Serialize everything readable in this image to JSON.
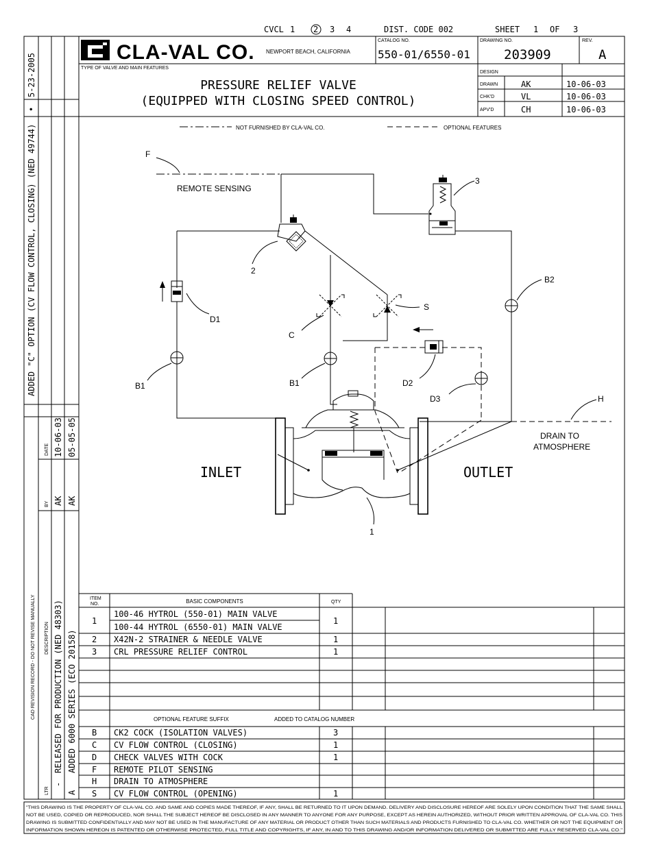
{
  "header": {
    "cvcl_label": "CVCL",
    "cvcl_digits": [
      "1",
      "2",
      "3",
      "4"
    ],
    "cvcl_circled": "2",
    "dist_code": "DIST. CODE 002",
    "sheet_label": "SHEET",
    "sheet_num": "1",
    "sheet_of": "OF",
    "sheet_total": "3"
  },
  "title_block": {
    "company": "CLA-VAL CO.",
    "location": "NEWPORT BEACH, CALIFORNIA",
    "catalog_no_label": "CATALOG NO.",
    "catalog_no": "550-01/6550-01",
    "drawing_no_label": "DRAWING NO.",
    "drawing_no": "203909",
    "rev_label": "REV.",
    "rev": "A",
    "type_label": "TYPE OF VALVE AND MAIN FEATURES",
    "title_line1": "PRESSURE RELIEF VALVE",
    "title_line2": "(EQUIPPED WITH CLOSING SPEED CONTROL)",
    "design_label": "DESIGN",
    "drawn_label": "DRAWN",
    "drawn_by": "AK",
    "drawn_date": "10-06-03",
    "chkd_label": "CHK'D",
    "chkd_by": "VL",
    "chkd_date": "10-06-03",
    "apvd_label": "APV'D",
    "apvd_by": "CH",
    "apvd_date": "10-06-03"
  },
  "left_strip": {
    "top_date": "5-23-2005",
    "top_mark": "•",
    "top_desc": "ADDED \"C\" OPTION (CV FLOW CONTROL, CLOSING) (NED 49744)",
    "cad_note": "CAD REVISION RECORD - DO NOT REVISE MANUALLY",
    "ltr_label": "LTR",
    "desc_label": "DESCRIPTION",
    "by_label": "BY",
    "date_label": "DATE",
    "rev1": {
      "ltr": "-",
      "desc": "RELEASED FOR PRODUCTION (NED 48303)",
      "by": "AK",
      "date": "10-06-03"
    },
    "rev2": {
      "ltr": "A",
      "desc": "ADDED 6000 SERIES (ECO 20158)",
      "by": "AK",
      "date": "05-05-05"
    }
  },
  "legend": {
    "not_furnished": "NOT FURNISHED BY CLA-VAL CO.",
    "optional": "OPTIONAL FEATURES"
  },
  "diagram": {
    "F": "F",
    "remote_sensing": "REMOTE SENSING",
    "item3": "3",
    "item2": "2",
    "B2": "B2",
    "D1": "D1",
    "S": "S",
    "C": "C",
    "B1a": "B1",
    "B1b": "B1",
    "D2": "D2",
    "D3": "D3",
    "H": "H",
    "drain_line1": "DRAIN TO",
    "drain_line2": "ATMOSPHERE",
    "inlet": "INLET",
    "outlet": "OUTLET",
    "item1": "1"
  },
  "components": {
    "item_label": "ITEM",
    "no_label": "NO.",
    "header": "BASIC COMPONENTS",
    "qty_label": "QTY",
    "rows": [
      {
        "item": "1",
        "desc_a": "100-46 HYTROL (550-01) MAIN VALVE",
        "desc_b": "100-44 HYTROL (6550-01) MAIN VALVE",
        "qty": "1"
      },
      {
        "item": "2",
        "desc": "X42N-2 STRAINER & NEEDLE VALVE",
        "qty": "1"
      },
      {
        "item": "3",
        "desc": "CRL PRESSURE RELIEF CONTROL",
        "qty": "1"
      }
    ]
  },
  "options": {
    "header": "OPTIONAL FEATURE SUFFIX",
    "added": "ADDED TO CATALOG NUMBER",
    "rows": [
      {
        "code": "B",
        "desc": "CK2 COCK (ISOLATION VALVES)",
        "qty": "3"
      },
      {
        "code": "C",
        "desc": "CV FLOW CONTROL (CLOSING)",
        "qty": "1"
      },
      {
        "code": "D",
        "desc": "CHECK VALVES WITH COCK",
        "qty": "1"
      },
      {
        "code": "F",
        "desc": "REMOTE PILOT SENSING",
        "qty": ""
      },
      {
        "code": "H",
        "desc": "DRAIN TO ATMOSPHERE",
        "qty": ""
      },
      {
        "code": "S",
        "desc": "CV FLOW CONTROL (OPENING)",
        "qty": "1"
      }
    ]
  },
  "footer": {
    "line1": "\"THIS DRAWING IS THE PROPERTY OF CLA-VAL CO. AND SAME AND COPIES MADE THEREOF, IF ANY, SHALL BE RETURNED TO IT UPON DEMAND. DELIVERY AND DISCLOSURE HEREOF ARE SOLELY UPON CONDITION THAT THE SAME SHALL",
    "line2": "NOT BE USED, COPIED OR REPRODUCED, NOR SHALL THE SUBJECT HEREOF BE DISCLOSED IN ANY MANNER TO ANYONE FOR ANY PURPOSE, EXCEPT AS HEREIN AUTHORIZED, WITHOUT PRIOR WRITTEN APPROVAL OF CLA-VAL CO. THIS",
    "line3": "DRAWING IS SUBMITTED CONFIDENTIALLY AND MAY NOT BE USED IN THE MANUFACTURE OF ANY MATERIAL OR PRODUCT OTHER THAN SUCH MATERIALS AND PRODUCTS FURNISHED TO CLA-VAL CO. WHETHER OR NOT THE EQUIPMENT OR",
    "line4": "INFORMATION SHOWN HEREON IS PATENTED OR OTHERWISE PROTECTED, FULL TITLE AND COPYRIGHTS, IF ANY, IN AND TO THIS DRAWING AND/OR INFORMATION DELIVERED OR SUBMITTED ARE FULLY RESERVED CLA-VAL CO.\""
  }
}
